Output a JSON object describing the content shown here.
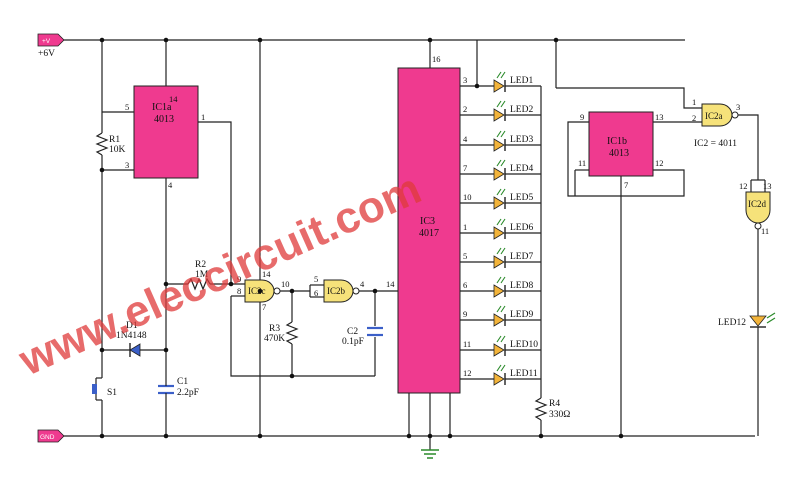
{
  "rails": {
    "vplus_tag": "+V",
    "vplus_label": "+6V",
    "gnd_tag": "GND"
  },
  "chips": {
    "ic1a": {
      "name": "IC1a",
      "part": "4013"
    },
    "ic1b": {
      "name": "IC1b",
      "part": "4013"
    },
    "ic3": {
      "name": "IC3",
      "part": "4017"
    }
  },
  "gates": {
    "ic2a": "IC2a",
    "ic2b": "IC2b",
    "ic2c": "IC2c",
    "ic2d": "IC2d",
    "ic2_note": "IC2 = 4011"
  },
  "components": {
    "r1": [
      "R1",
      "10K"
    ],
    "r2": [
      "R2",
      "1M"
    ],
    "r3": [
      "R3",
      "470K"
    ],
    "r4": [
      "R4",
      "330Ω"
    ],
    "c1": [
      "C1",
      "2.2pF"
    ],
    "c2": [
      "C2",
      "0.1pF"
    ],
    "d1": [
      "D1",
      "1N4148"
    ],
    "s1": "S1",
    "led12": "LED12"
  },
  "leds": [
    {
      "label": "LED1",
      "pin": "3"
    },
    {
      "label": "LED2",
      "pin": "2"
    },
    {
      "label": "LED3",
      "pin": "4"
    },
    {
      "label": "LED4",
      "pin": "7"
    },
    {
      "label": "LED5",
      "pin": "10"
    },
    {
      "label": "LED6",
      "pin": "1"
    },
    {
      "label": "LED7",
      "pin": "5"
    },
    {
      "label": "LED8",
      "pin": "6"
    },
    {
      "label": "LED9",
      "pin": "9"
    },
    {
      "label": "LED10",
      "pin": "11"
    },
    {
      "label": "LED11",
      "pin": "12"
    }
  ],
  "pins": {
    "ic1a": [
      "5",
      "14",
      "1",
      "3",
      "4"
    ],
    "ic3": [
      "16",
      "14"
    ],
    "ic2c": [
      "9",
      "8",
      "14",
      "7",
      "10"
    ],
    "ic2b": [
      "5",
      "6",
      "4"
    ],
    "ic1b": [
      "9",
      "13",
      "11",
      "12",
      "7"
    ],
    "ic2a": [
      "1",
      "2",
      "3"
    ],
    "ic2d": [
      "12",
      "13",
      "11"
    ]
  },
  "watermark": "www.eleccircuit.com",
  "colors": {
    "chip": "#ef3a8f",
    "gate": "#f6e27a",
    "led": "#f3b43a",
    "rail_tag": "#ef3a8f",
    "wire": "#222222"
  }
}
